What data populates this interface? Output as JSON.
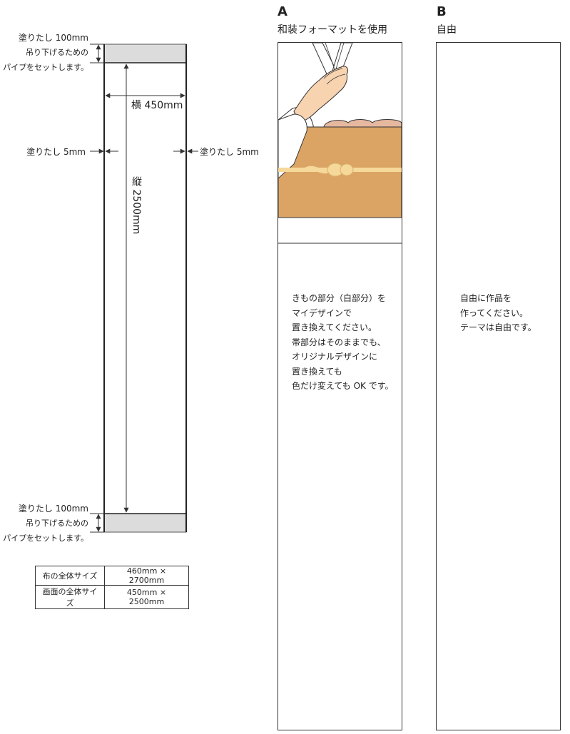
{
  "left_panel": {
    "top_bleed": {
      "line1": "塗りたし 100mm",
      "line2": "吊り下げるための",
      "line3": "パイプをセットします。"
    },
    "bottom_bleed": {
      "line1": "塗りたし 100mm",
      "line2": "吊り下げるための",
      "line3": "パイプをセットします。"
    },
    "width_label": "横 450mm",
    "height_label": "縦 2500mm",
    "side_bleed_left": "塗りたし 5mm",
    "side_bleed_right": "塗りたし 5mm",
    "spec_table": [
      {
        "label": "布の全体サイズ",
        "value": "460mm × 2700mm"
      },
      {
        "label": "画面の全体サイズ",
        "value": "450mm × 2500mm"
      }
    ]
  },
  "option_a": {
    "letter": "A",
    "title": "和装フォーマットを使用",
    "instructions": [
      "きもの部分（白部分）を",
      "マイデザインで",
      "置き換えてください。",
      "帯部分はそのままでも、",
      "オリジナルデザインに",
      "置き換えても",
      "色だけ変えても OK です。"
    ]
  },
  "option_b": {
    "letter": "B",
    "title": "自由",
    "instructions": [
      "自由に作品を",
      "作ってください。",
      "テーマは自由です。"
    ]
  },
  "colors": {
    "bleed_gray": "#dcdcdc",
    "obi": "#dba464",
    "obi_cord": "#f5d89a",
    "skin": "#f7d3b0",
    "line": "#333333"
  }
}
